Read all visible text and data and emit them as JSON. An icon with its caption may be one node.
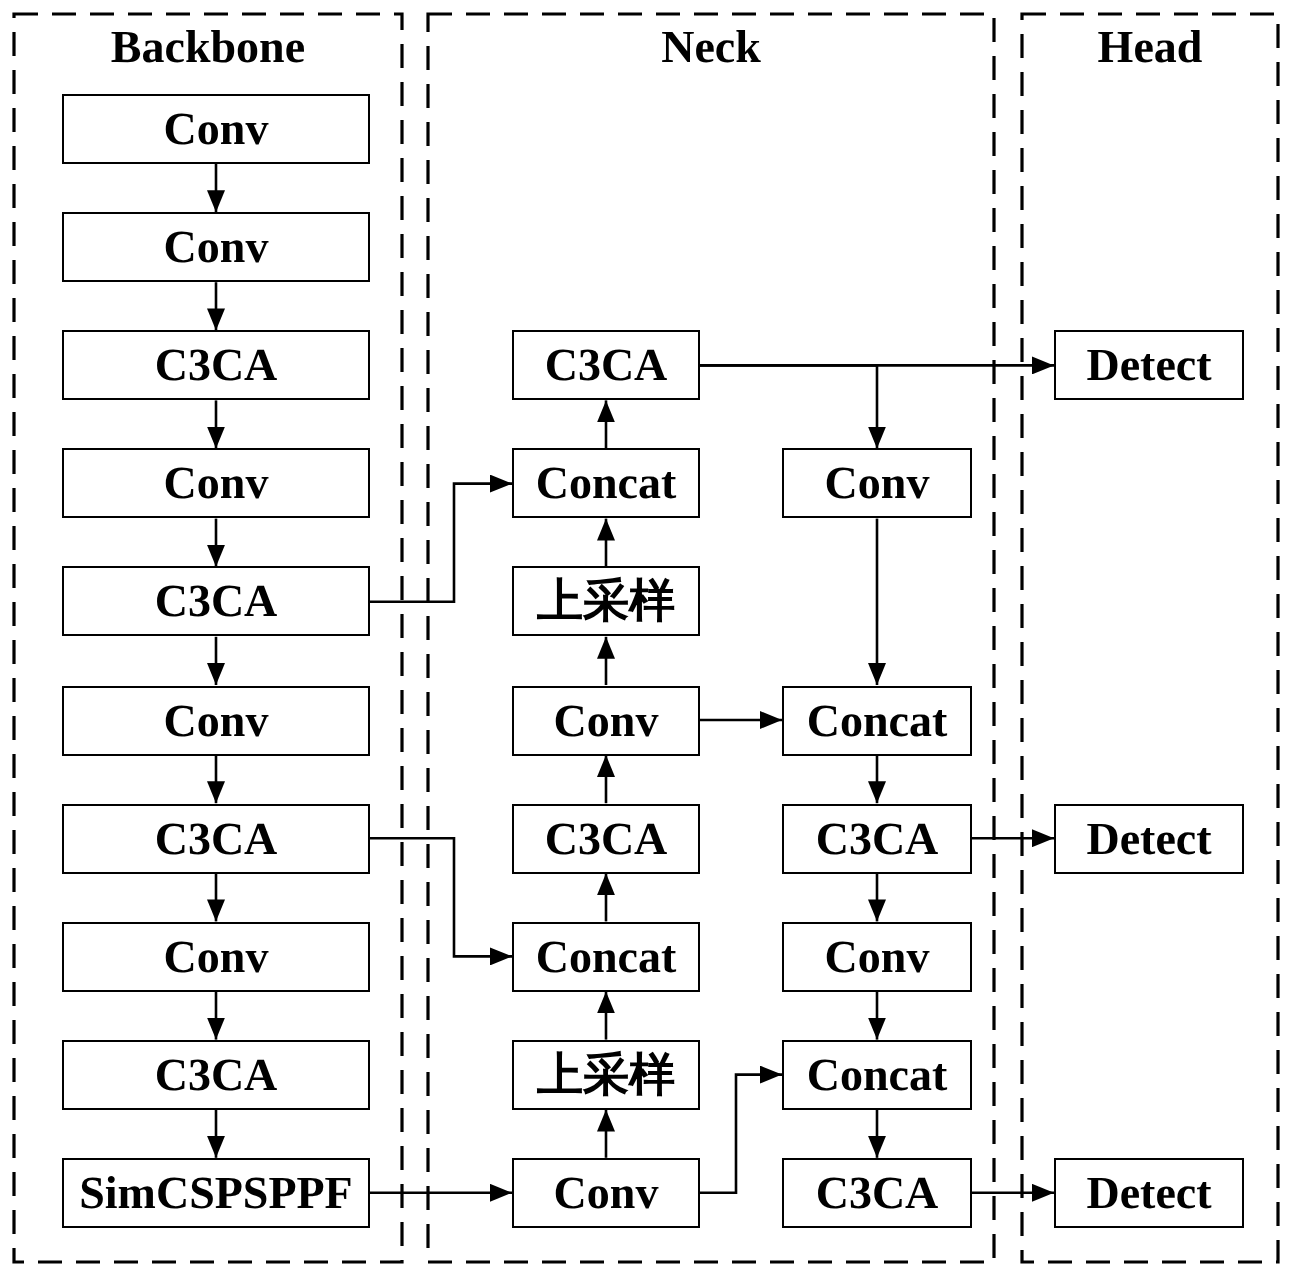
{
  "diagram": {
    "nodes": [
      {
        "text": [
          "Backbone"
        ]
      },
      {
        "text": [
          "Conv"
        ],
        "in": 0
      },
      {
        "text": [
          "Conv"
        ],
        "in": 0
      },
      {
        "text": [
          "C3CA"
        ],
        "in": 0
      },
      {
        "text": [
          "Conv"
        ],
        "in": 0
      },
      {
        "text": [
          "C3CA"
        ],
        "in": 0
      },
      {
        "text": [
          "Conv"
        ],
        "in": 0
      },
      {
        "text": [
          "C3CA"
        ],
        "in": 0
      },
      {
        "text": [
          "Conv"
        ],
        "in": 0
      },
      {
        "text": [
          "C3CA"
        ],
        "in": 0
      },
      {
        "text": [
          "SimCSPSPPF"
        ],
        "in": 0
      },
      {
        "text": [
          "Neck"
        ]
      },
      {
        "text": [
          "C3CA"
        ],
        "in": 11
      },
      {
        "text": [
          "Concat"
        ],
        "in": 11
      },
      {
        "text": [
          "Conv"
        ],
        "in": 11
      },
      {
        "text": [
          "上采样"
        ],
        "in": 11
      },
      {
        "text": [
          "Conv"
        ],
        "in": 11
      },
      {
        "text": [
          "Concat"
        ],
        "in": 11
      },
      {
        "text": [
          "C3CA"
        ],
        "in": 11
      },
      {
        "text": [
          "C3CA"
        ],
        "in": 11
      },
      {
        "text": [
          "Concat"
        ],
        "in": 11
      },
      {
        "text": [
          "Conv"
        ],
        "in": 11
      },
      {
        "text": [
          "上采样"
        ],
        "in": 11
      },
      {
        "text": [
          "Concat"
        ],
        "in": 11
      },
      {
        "text": [
          "Conv"
        ],
        "in": 11
      },
      {
        "text": [
          "C3CA"
        ],
        "in": 11
      },
      {
        "text": [
          "Head"
        ]
      },
      {
        "text": [
          "Detect"
        ],
        "in": 26
      },
      {
        "text": [
          "Detect"
        ],
        "in": 26
      },
      {
        "text": [
          "Detect"
        ],
        "in": 26
      }
    ],
    "edges": [
      {
        "from": 1,
        "to": 2,
        "arrow": "to"
      },
      {
        "from": 2,
        "to": 3,
        "arrow": "to"
      },
      {
        "from": 3,
        "to": 4,
        "arrow": "to"
      },
      {
        "from": 4,
        "to": 5,
        "arrow": "to"
      },
      {
        "from": 5,
        "to": 6,
        "arrow": "to"
      },
      {
        "from": 6,
        "to": 7,
        "arrow": "to"
      },
      {
        "from": 7,
        "to": 8,
        "arrow": "to"
      },
      {
        "from": 8,
        "to": 9,
        "arrow": "to"
      },
      {
        "from": 9,
        "to": 10,
        "arrow": "to"
      },
      {
        "from": 10,
        "to": 24,
        "arrow": "to"
      },
      {
        "from": 5,
        "to": 13,
        "arrow": "to"
      },
      {
        "from": 7,
        "to": 20,
        "arrow": "to"
      },
      {
        "from": 24,
        "to": 22,
        "arrow": "to"
      },
      {
        "from": 22,
        "to": 20,
        "arrow": "to"
      },
      {
        "from": 20,
        "to": 18,
        "arrow": "to"
      },
      {
        "from": 18,
        "to": 16,
        "arrow": "to"
      },
      {
        "from": 16,
        "to": 15,
        "arrow": "to"
      },
      {
        "from": 15,
        "to": 13,
        "arrow": "to"
      },
      {
        "from": 13,
        "to": 12,
        "arrow": "to"
      },
      {
        "from": 12,
        "to": 27,
        "arrow": "to"
      },
      {
        "from": 12,
        "to": 14,
        "arrow": "to"
      },
      {
        "from": 14,
        "to": 17,
        "arrow": "to"
      },
      {
        "from": 16,
        "to": 17,
        "arrow": "to"
      },
      {
        "from": 17,
        "to": 19,
        "arrow": "to"
      },
      {
        "from": 19,
        "to": 28,
        "arrow": "to"
      },
      {
        "from": 19,
        "to": 21,
        "arrow": "to"
      },
      {
        "from": 21,
        "to": 23,
        "arrow": "to"
      },
      {
        "from": 24,
        "to": 23,
        "arrow": "to"
      },
      {
        "from": 23,
        "to": 25,
        "arrow": "to"
      },
      {
        "from": 25,
        "to": 29,
        "arrow": "to"
      }
    ]
  }
}
